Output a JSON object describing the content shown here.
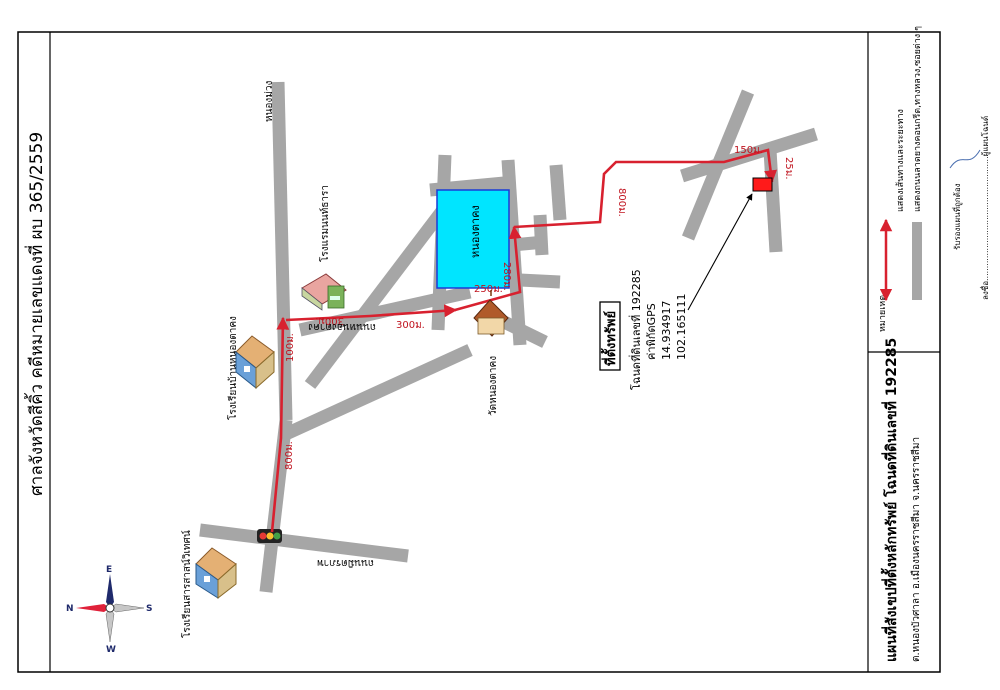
{
  "court_title": "ศาลจังหวัดสีคิ้ว คดีหมายเลขแดงที่ ผบ 365/2559",
  "map_title": "แผนที่สังเขปที่ตั้งหลักทรัพย์ โฉนดที่ดินเลขที่ 192285",
  "map_subtitle": "ต.หนองบัวศาลา  อ.เมืองนครราชสีมา  จ.นครราชสีมา",
  "legend": {
    "heading": "หมายเหตุ",
    "route_label": "แสดงเส้นทางและระยะทาง",
    "road_label": "แสดงถนนลาดยางคอนกรีต,ทางหลวง,ซอยต่าง ๆ",
    "receiver_label": "รับรองแผนที่ถูกต้อง",
    "sign_label": "ลงชื่อ.................................................ผู้แผนโฉนด์"
  },
  "property": {
    "heading": "ที่ตั้งทรัพย์",
    "deed": "โฉนดที่ดินเลขที่ 192285",
    "gps_label": "ค่าพิกัดGPS",
    "lat": "14.934917",
    "lon": "102.165111"
  },
  "places": {
    "pond": "หนองตาคง",
    "temple": "วัดหนองตาคง",
    "school1": "โรงเรียนบ้านหนองตาคง",
    "school2": "โรงเรียนสารสาสน์วิเทศน์",
    "factory": "โรงแรมนนท์ธารา",
    "north_place": "หนองม่วง"
  },
  "roads": {
    "road1": "ถนนหนองตาคง",
    "road2": "ถนนมิตรภาพ"
  },
  "distances": {
    "d800_left": "800ม.",
    "d100": "100ม.",
    "d300_a": "300ม.",
    "d300_b": "300ม.",
    "d250": "250ม.",
    "d280": "280ม.",
    "d800_right": "800ม.",
    "d150": "150ม.",
    "d25": "25ม."
  },
  "compass": {
    "n": "N",
    "s": "S",
    "e": "E",
    "w": "W"
  },
  "colors": {
    "route": "#d8212f",
    "road": "#a6a6a6",
    "pond": "#00e5ff",
    "property": "#ff1a1a",
    "frame": "#000000"
  }
}
